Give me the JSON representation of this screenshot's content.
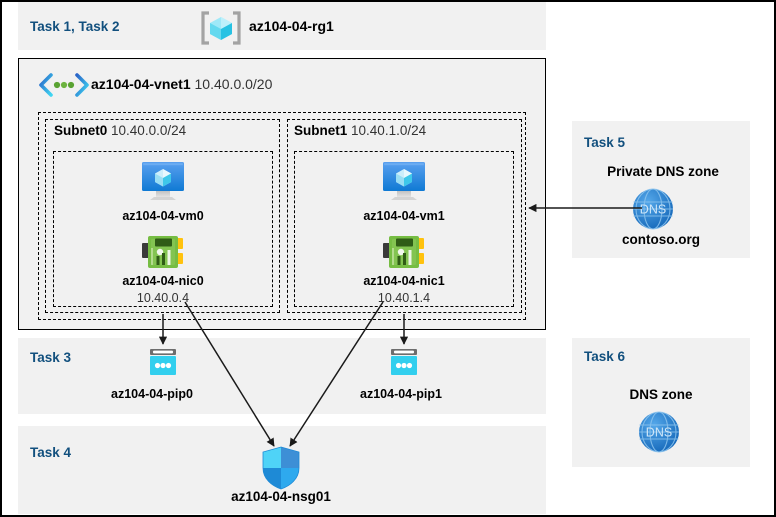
{
  "diagram": {
    "title": "Azure resource group az104-04-rg1 architecture",
    "colors": {
      "task_label": "#12507e",
      "panel_bg": "#f1f1f1",
      "canvas_bg": "#ffffff",
      "border": "#000000",
      "vm_blue": "#1b8ce3",
      "nic_green": "#6cb33f",
      "pip_cyan": "#32cfee",
      "dns_blue": "#1f7fd4",
      "nsg_blue": "#32c8f2"
    }
  },
  "resource_group": {
    "task_label": "Task 1, Task 2",
    "icon": "resource-group-icon",
    "name": "az104-04-rg1"
  },
  "vnet": {
    "icon": "virtual-network-icon",
    "name": "az104-04-vnet1",
    "cidr": "10.40.0.0/20"
  },
  "subnets": [
    {
      "name": "Subnet0",
      "cidr": "10.40.0.0/24",
      "vm": {
        "icon": "virtual-machine-icon",
        "name": "az104-04-vm0"
      },
      "nic": {
        "icon": "network-interface-icon",
        "name": "az104-04-nic0",
        "ip": "10.40.0.4"
      }
    },
    {
      "name": "Subnet1",
      "cidr": "10.40.1.0/24",
      "vm": {
        "icon": "virtual-machine-icon",
        "name": "az104-04-vm1"
      },
      "nic": {
        "icon": "network-interface-icon",
        "name": "az104-04-nic1",
        "ip": "10.40.1.4"
      }
    }
  ],
  "task3": {
    "task_label": "Task 3",
    "pip0": {
      "icon": "public-ip-address-icon",
      "name": "az104-04-pip0"
    },
    "pip1": {
      "icon": "public-ip-address-icon",
      "name": "az104-04-pip1"
    }
  },
  "task4": {
    "task_label": "Task 4",
    "nsg": {
      "icon": "network-security-group-icon",
      "name": "az104-04-nsg01"
    }
  },
  "task5": {
    "task_label": "Task 5",
    "heading": "Private DNS zone",
    "icon": "dns-zone-icon",
    "icon_text": "DNS",
    "name": "contoso.org"
  },
  "task6": {
    "task_label": "Task 6",
    "heading": "DNS zone",
    "icon": "dns-zone-icon",
    "icon_text": "DNS"
  }
}
